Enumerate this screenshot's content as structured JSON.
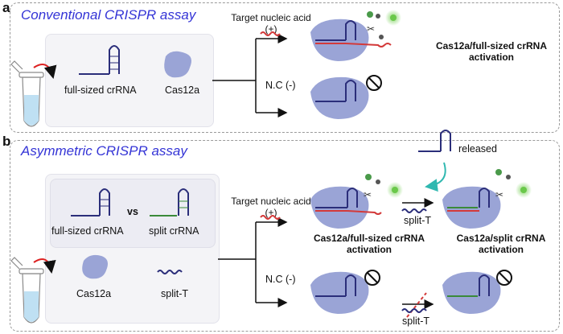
{
  "panel_a": {
    "letter": "a",
    "title": "Conventional CRISPR assay",
    "crrna_label": "full-sized crRNA",
    "cas_label": "Cas12a",
    "target_label": "Target nucleic acid (+)",
    "nc_label": "N.C (-)",
    "activation_label": "Cas12a/full-sized crRNA activation"
  },
  "panel_b": {
    "letter": "b",
    "title": "Asymmetric CRISPR assay",
    "vs_label": "vs",
    "full_crrna_label": "full-sized crRNA",
    "split_crrna_label": "split crRNA",
    "cas_label": "Cas12a",
    "split_t_label": "split-T",
    "target_label": "Target nucleic acid (+)",
    "nc_label": "N.C (-)",
    "released_label": "released",
    "split_t_mid_label": "split-T",
    "split_t_bottom_label": "split-T",
    "full_activation_label": "Cas12a/full-sized crRNA activation",
    "split_activation_label": "Cas12a/split crRNA activation"
  },
  "colors": {
    "title_blue": "#3434d6",
    "crrna_navy": "#2b2e7a",
    "split_green": "#3a8a3a",
    "target_red": "#d33a3a",
    "cas_blue": "#9aa4d6",
    "signal_green": "#7ad15a",
    "arrow_teal": "#30b8b0"
  }
}
